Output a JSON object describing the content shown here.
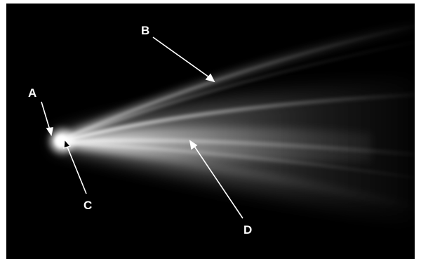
{
  "labels": {
    "a": "A",
    "b": "B",
    "c": "C",
    "d": "D"
  },
  "colors": {
    "background": "#000000",
    "comet": "#ffffff",
    "arrow": "#ffffff"
  }
}
